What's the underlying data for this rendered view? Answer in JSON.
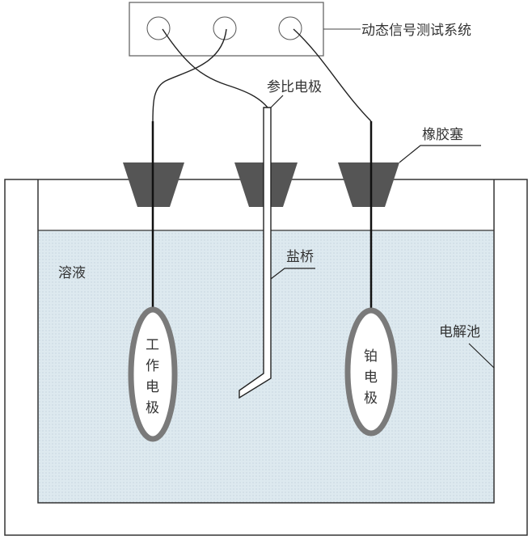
{
  "labels": {
    "system": "动态信号测试系统",
    "reference_electrode": "参比电极",
    "rubber_stopper": "橡胶塞",
    "salt_bridge": "盐桥",
    "solution": "溶液",
    "cell": "电解池",
    "working_electrode": [
      "工",
      "作",
      "电",
      "极"
    ],
    "platinum_electrode": [
      "铂",
      "电",
      "极"
    ]
  },
  "colors": {
    "solution": "#dde9ef",
    "stopper": "#555555",
    "ring": "#7a7a7a"
  }
}
